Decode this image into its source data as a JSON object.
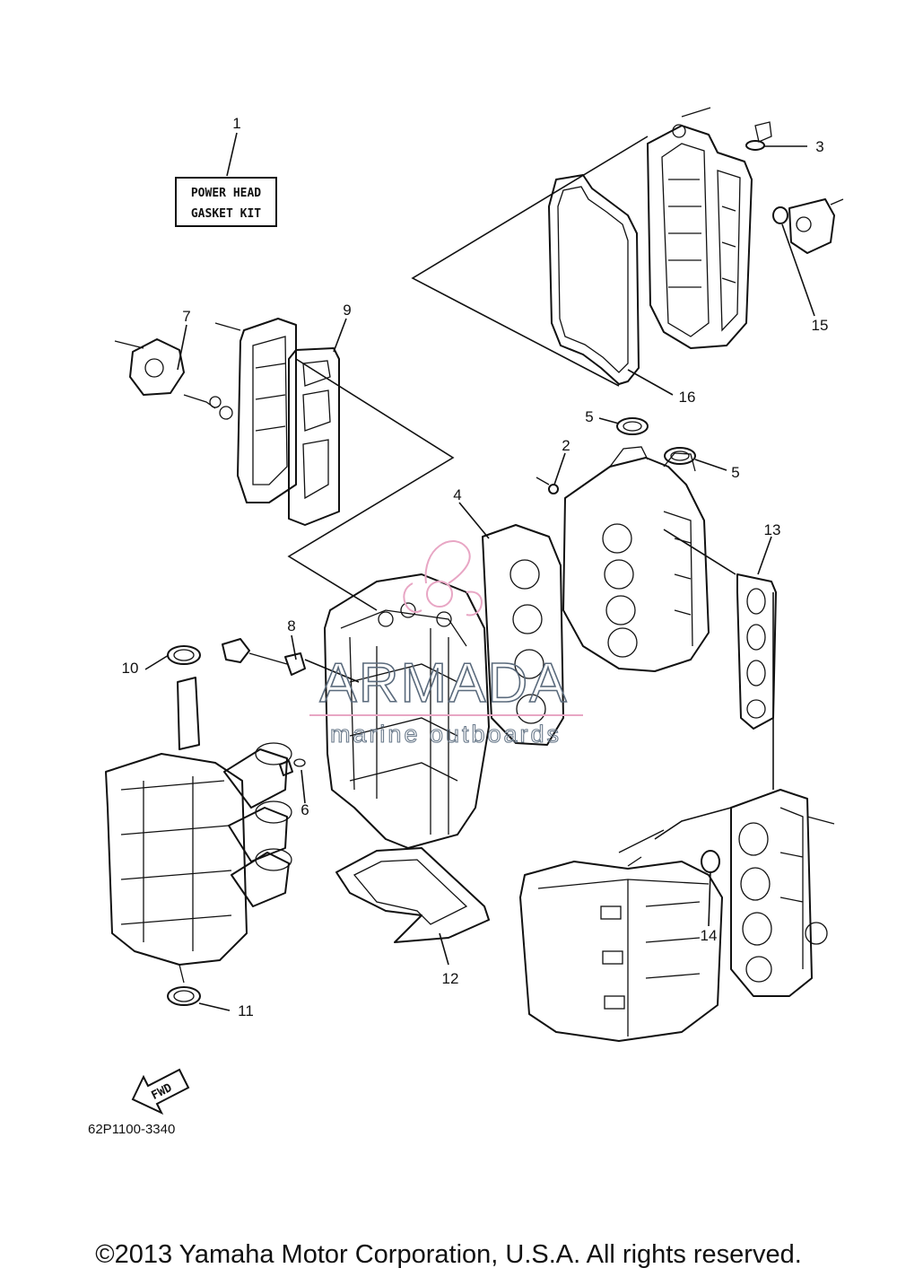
{
  "gasket_kit": {
    "line1": "POWER HEAD",
    "line2": "GASKET KIT"
  },
  "callouts": [
    "1",
    "2",
    "3",
    "4",
    "5",
    "5",
    "6",
    "7",
    "8",
    "9",
    "10",
    "11",
    "12",
    "13",
    "14",
    "15",
    "16"
  ],
  "watermark": {
    "brand": "ARMADA",
    "tagline": "marine outboards",
    "accent_color": "#e8a6c4",
    "text_color": "#5a6a7c"
  },
  "fwd_label": "FWD",
  "diagram_code": "62P1100-3340",
  "copyright": "©2013 Yamaha Motor Corporation, U.S.A. All rights reserved."
}
